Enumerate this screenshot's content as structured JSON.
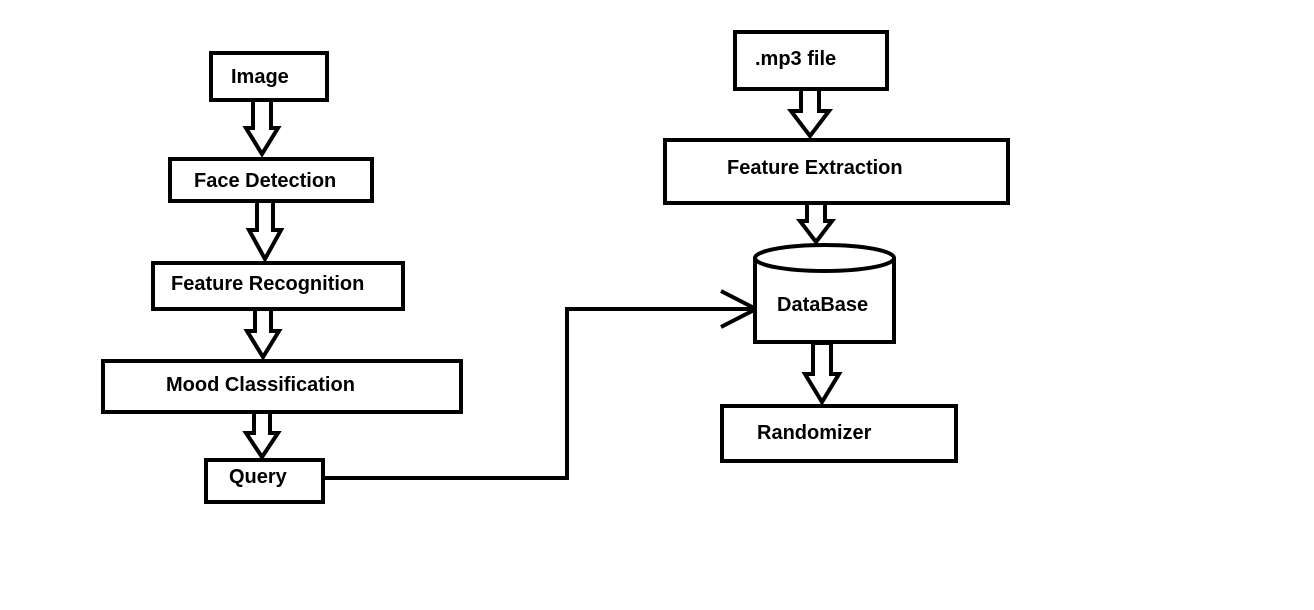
{
  "diagram": {
    "colors": {
      "stroke": "#000000",
      "fill": "#ffffff",
      "text": "#000000"
    },
    "left_flow": {
      "image": "Image",
      "face_detection": "Face Detection",
      "feature_recognition": "Feature Recognition",
      "mood_classification": "Mood Classification",
      "query": "Query"
    },
    "right_flow": {
      "mp3_file": ".mp3 file",
      "feature_extraction": "Feature Extraction",
      "database": "DataBase",
      "randomizer": "Randomizer"
    }
  }
}
